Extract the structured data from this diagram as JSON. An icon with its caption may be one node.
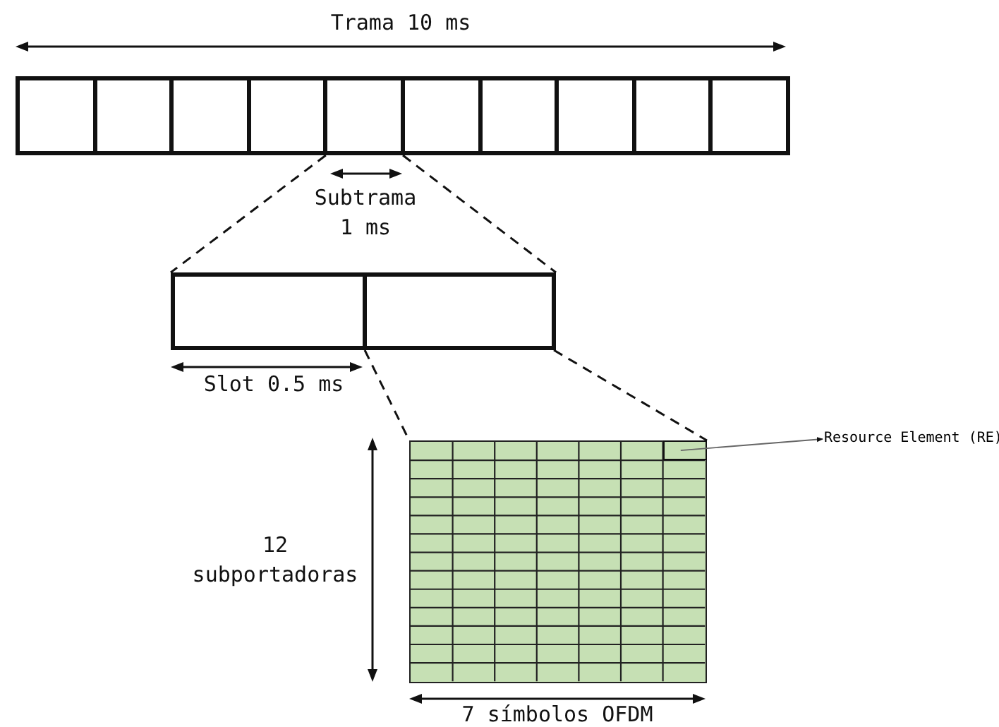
{
  "diagram": {
    "nodes": [
      {
        "text": [],
        "shape": "box"
      },
      {
        "text": [],
        "shape": "box"
      },
      {
        "text": [],
        "shape": "box"
      },
      {
        "text": [],
        "shape": "box"
      },
      {
        "text": [],
        "shape": "box"
      },
      {
        "text": [],
        "shape": "box"
      },
      {
        "text": [],
        "shape": "box"
      },
      {
        "text": [],
        "shape": "box"
      },
      {
        "text": [],
        "shape": "box"
      },
      {
        "text": [],
        "shape": "box"
      },
      {
        "text": [],
        "shape": "box"
      },
      {
        "text": [],
        "shape": "box"
      },
      {
        "text": [],
        "shape": "grid"
      },
      {
        "text": [
          "Resource Element (RE)"
        ]
      },
      {
        "text": [],
        "shape": "box",
        "in": 12
      }
    ],
    "edges": [
      {
        "from": 4,
        "to": 10,
        "arrow": "none",
        "style": "dashed"
      },
      {
        "from": 4,
        "to": 11,
        "arrow": "none",
        "style": "dashed"
      },
      {
        "from": 11,
        "to": 12,
        "arrow": "none",
        "style": "dashed"
      },
      {
        "from": 11,
        "to": 12,
        "arrow": "none",
        "style": "dashed"
      },
      {
        "from": 14,
        "to": 13,
        "arrow": "to",
        "color": "#666666"
      }
    ],
    "labels": [
      "Trama 10 ms",
      "Subtrama 1 ms",
      "Slot 0.5 ms",
      "12 subportadoras",
      "7 símbolos OFDM"
    ]
  }
}
